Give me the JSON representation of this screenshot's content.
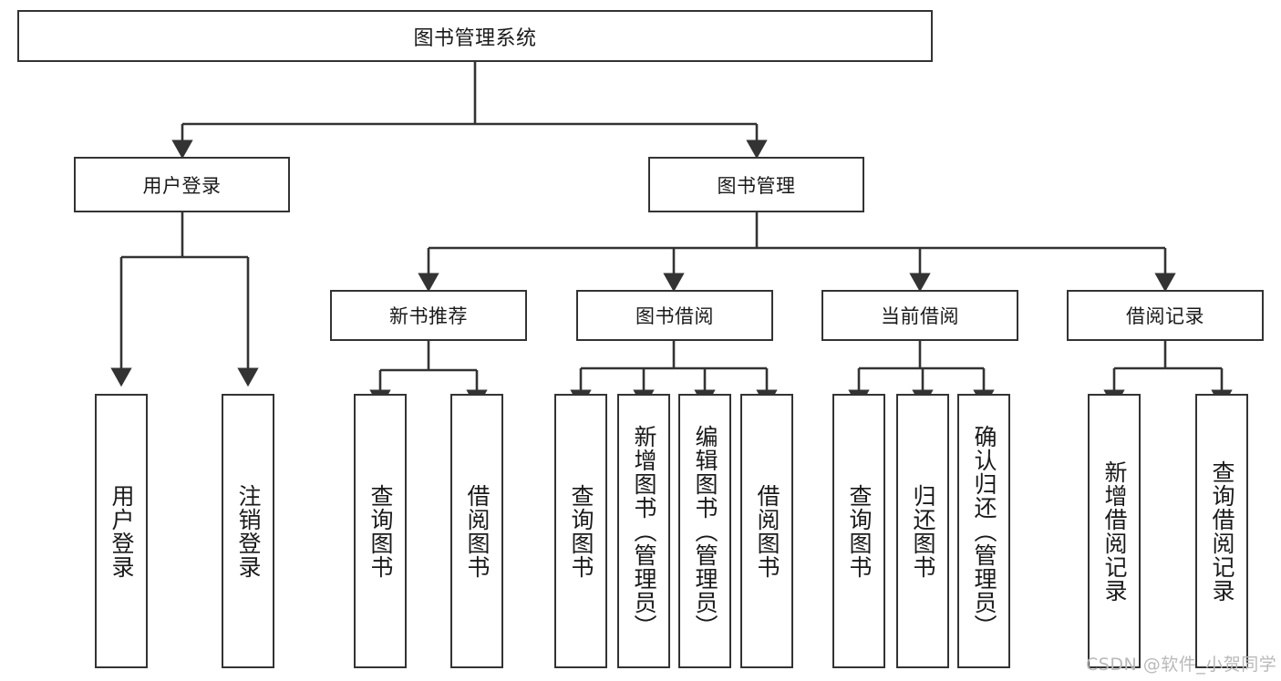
{
  "diagram": {
    "title": "图书管理系统",
    "type": "hierarchy-tree",
    "accent_color": "#333333",
    "background_color": "#ffffff",
    "watermark": "CSDN @软件_小贺同学",
    "nodes": {
      "root": {
        "label": "图书管理系统"
      },
      "level1": [
        {
          "id": "user-login",
          "label": "用户登录"
        },
        {
          "id": "book-manage",
          "label": "图书管理"
        }
      ],
      "level2": [
        {
          "id": "new-book-recommend",
          "label": "新书推荐"
        },
        {
          "id": "book-borrow",
          "label": "图书借阅"
        },
        {
          "id": "current-borrow",
          "label": "当前借阅"
        },
        {
          "id": "borrow-record",
          "label": "借阅记录"
        }
      ],
      "leaves": {
        "user_login": [
          {
            "id": "leaf-user-login",
            "label": "用户登录"
          },
          {
            "id": "leaf-logout",
            "label": "注销登录"
          }
        ],
        "new_book_recommend": [
          {
            "id": "leaf-query-book-1",
            "label": "查询图书"
          },
          {
            "id": "leaf-borrow-book-1",
            "label": "借阅图书"
          }
        ],
        "book_borrow": [
          {
            "id": "leaf-query-book-2",
            "label": "查询图书"
          },
          {
            "id": "leaf-add-book",
            "label": "新增图书（管理员）"
          },
          {
            "id": "leaf-edit-book",
            "label": "编辑图书（管理员）"
          },
          {
            "id": "leaf-borrow-book-2",
            "label": "借阅图书"
          }
        ],
        "current_borrow": [
          {
            "id": "leaf-query-book-3",
            "label": "查询图书"
          },
          {
            "id": "leaf-return-book",
            "label": "归还图书"
          },
          {
            "id": "leaf-confirm-return",
            "label": "确认归还（管理员）"
          }
        ],
        "borrow_record": [
          {
            "id": "leaf-add-record",
            "label": "新增借阅记录"
          },
          {
            "id": "leaf-query-record",
            "label": "查询借阅记录"
          }
        ]
      }
    }
  }
}
